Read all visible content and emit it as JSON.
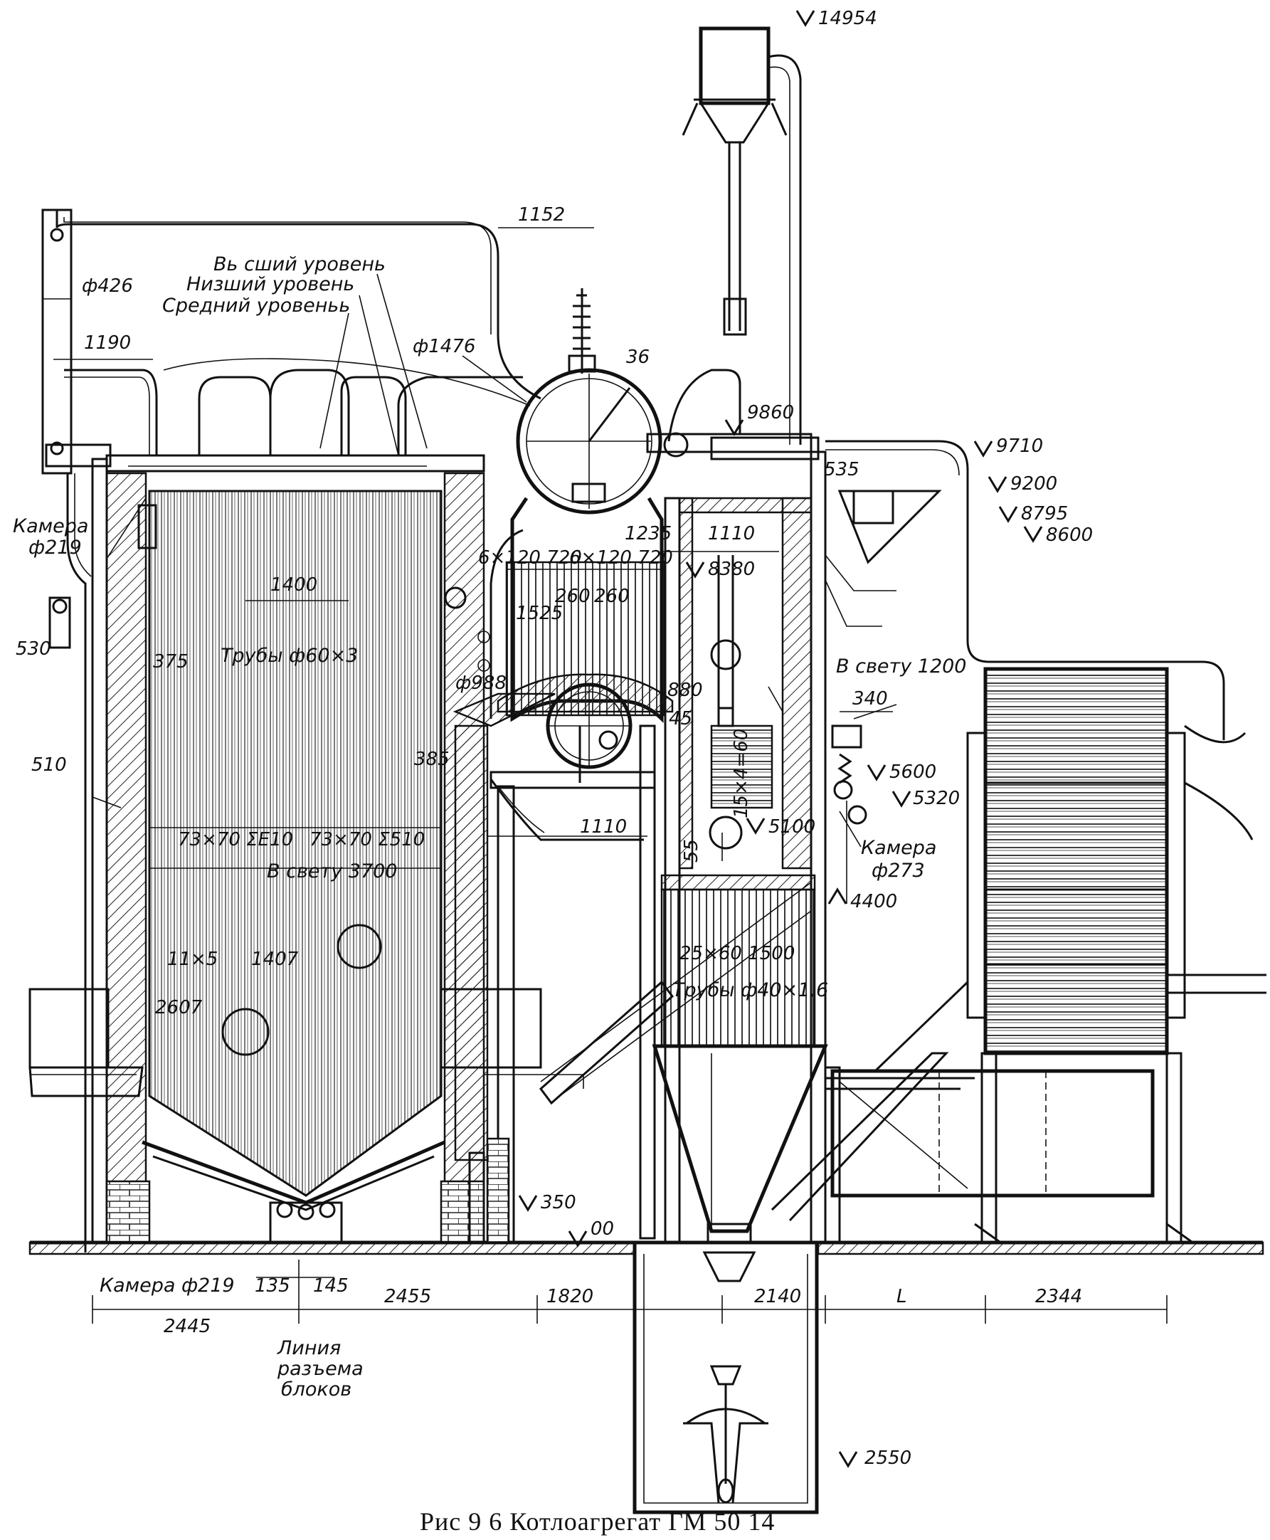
{
  "caption": "Рис 9 6 Котлоагрегат ГМ 50 14",
  "labels": {
    "top_level": "Вь сший уровень",
    "low_level": "Низший уровень",
    "mid_level": "Средний уровеньь",
    "chamber_219_left": "Камера",
    "chamber_219_left_dia": "ф219",
    "tubes_60": "Трубы ф60×3",
    "clear_3700": "В свету 3700",
    "clear_1200": "В свету 1200",
    "chamber_273": "Камера",
    "chamber_273_dia": "ф273",
    "tubes_40": "Трубы ф40×1,6",
    "chamber_219_bottom": "Камера ф219",
    "split_line_1": "Линия",
    "split_line_2": "разъема",
    "split_line_3": "блоков"
  },
  "dimensions": {
    "d426": "ф426",
    "w1190": "1190",
    "w1152": "1152",
    "d1476": "ф1476",
    "a36": "36",
    "w1235": "1235",
    "w1110_top": "1110",
    "pitch_left": "6×120 720",
    "pitch_right": "6×120 720",
    "w260a": "260",
    "w260b": "260",
    "w1525": "1525",
    "w1400": "1400",
    "w530": "530",
    "w375": "375",
    "d988": "ф988",
    "w880": "880",
    "a45": "45",
    "w385": "385",
    "w510": "510",
    "grid_left": "73×70 ΣЕ10",
    "grid_right": "73×70 Σ510",
    "w1110_mid": "1110",
    "w55": "55",
    "vert_pitch": "15×4=60",
    "w340": "340",
    "w535": "535",
    "w11x5": "11×5",
    "w1407": "1407",
    "w2607": "2607",
    "w25x60": "25×60 1500",
    "w135": "135",
    "w145": "145",
    "w2445": "2445",
    "w2455": "2455",
    "w1820": "1820",
    "w2140": "2140",
    "wL": "L",
    "w2344": "2344"
  },
  "elevations": {
    "e14954": "14954",
    "e9860": "9860",
    "e9710": "9710",
    "e9200": "9200",
    "e8795": "8795",
    "e8600": "8600",
    "e8380": "8380",
    "e5600": "5600",
    "e5320": "5320",
    "e5100": "5100",
    "e4400": "4400",
    "e350": "350",
    "e00": "00",
    "e2550": "2550"
  }
}
